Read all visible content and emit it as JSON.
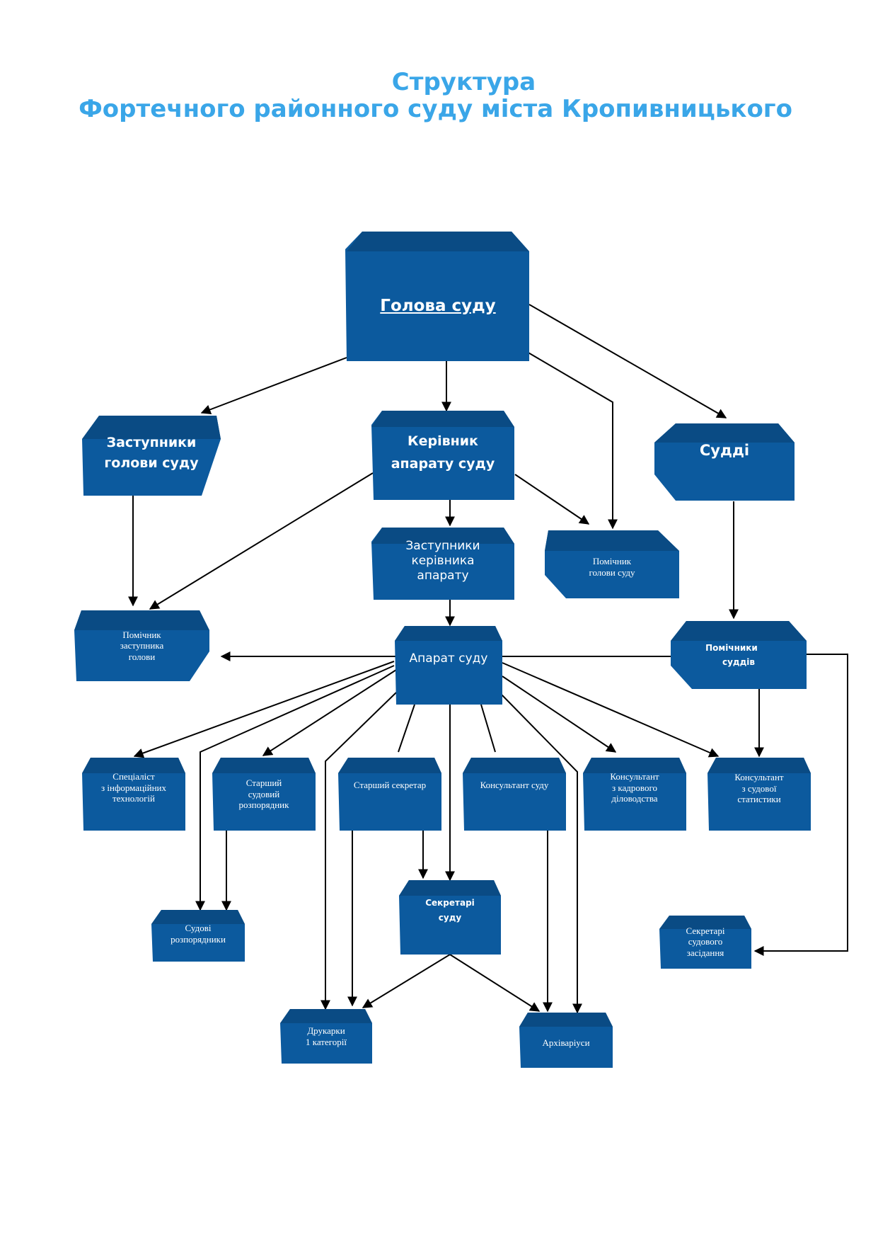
{
  "title": {
    "line1": "Структура",
    "line2": "Фортечного районного суду міста Кропивницького"
  },
  "colors": {
    "title": "#3aa6e8",
    "box_fill": "#0c5a9e",
    "box_top": "#0a4d88",
    "arrow": "#000000"
  },
  "nodes": {
    "head": "Голова суду",
    "deputies": "Заступники\nголови суду",
    "chief_of_staff": "Керівник\nапарату суду",
    "judges": "Судді",
    "deputy_chief_of_staff": "Заступники\nкерівника\nапарату",
    "head_assistant": "Помічник\nголови суду",
    "deputy_assistant": "Помічник\nзаступника\nголови",
    "apparatus": "Апарат суду",
    "judge_assistants": "Помічники\nсуддів",
    "it_specialist": "Спеціаліст\nз інформаційних\nтехнологій",
    "senior_court_clerk": "Старший\nсудовий\nрозпорядник",
    "senior_secretary": "Старший секретар",
    "court_consultant": "Консультант суду",
    "hr_consultant": "Консультант\nз кадрового\nділоводства",
    "stats_consultant": "Консультант\nз судової\nстатистики",
    "court_clerks": "Судові\nрозпорядники",
    "court_secretaries": "Секретарі\nсуду",
    "hearing_secretaries": "Секретарі\nсудового\nзасідання",
    "typists": "Друкарки\n1 категорії",
    "archivists": "Архіваріуси"
  }
}
